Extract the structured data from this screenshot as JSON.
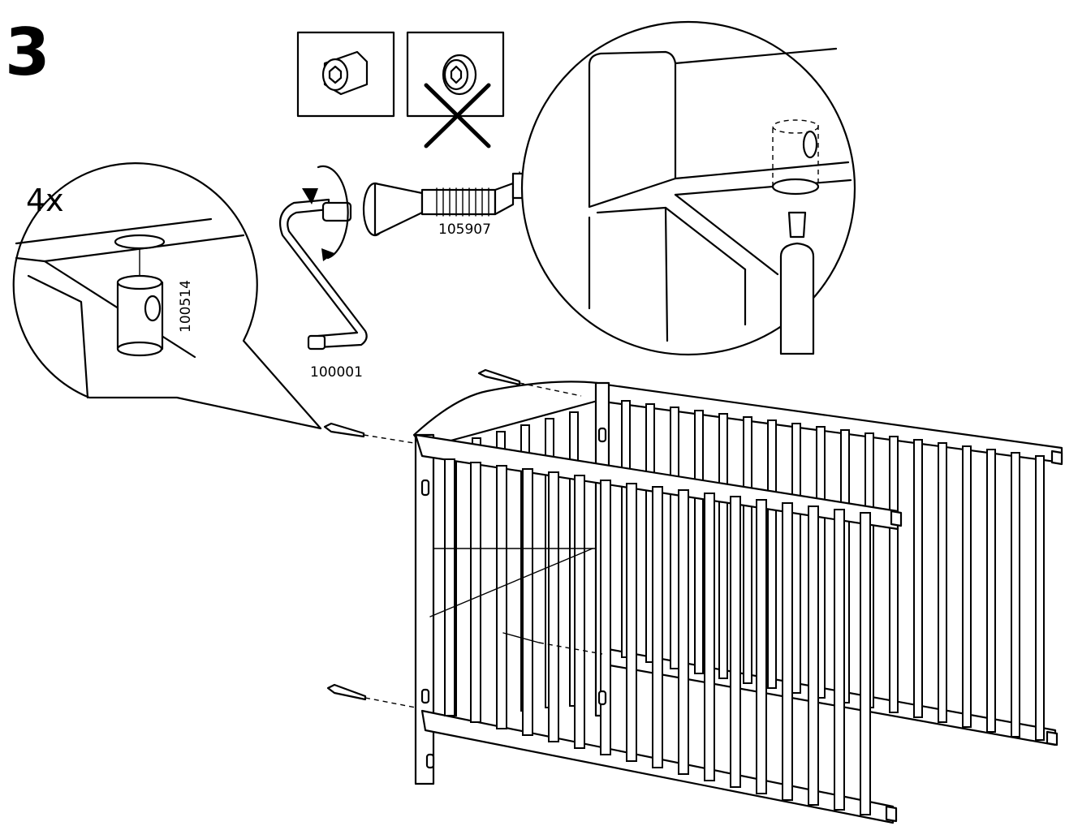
{
  "step": {
    "number": "3"
  },
  "callout_left": {
    "quantity": "4x",
    "part_number": "100514"
  },
  "parts": {
    "screw": "105907",
    "allen_key": "100001"
  },
  "options": [
    {
      "name": "correct-barrel-nut-option",
      "marked_wrong": false
    },
    {
      "name": "wrong-cam-option",
      "marked_wrong": true
    }
  ]
}
